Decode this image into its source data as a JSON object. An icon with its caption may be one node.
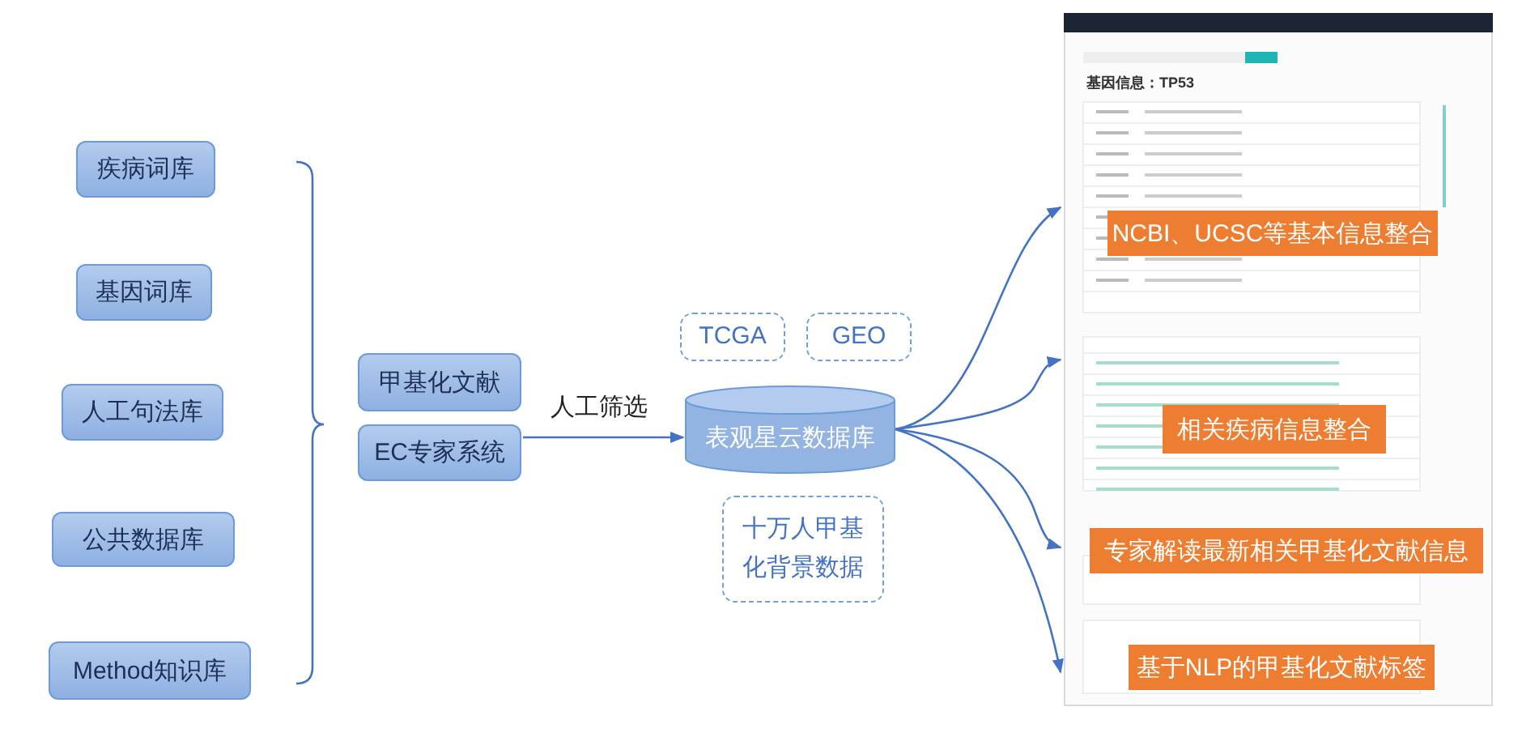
{
  "diagram": {
    "nodes": [
      {
        "text": [
          "疾病词库"
        ]
      },
      {
        "text": [
          "基因词库"
        ]
      },
      {
        "text": [
          "人工句法库"
        ]
      },
      {
        "text": [
          "公共数据库"
        ]
      },
      {
        "text": [
          "Method知识库"
        ]
      },
      {
        "text": [
          "甲基化文献"
        ]
      },
      {
        "text": [
          "EC专家系统"
        ]
      },
      {
        "text": [
          "TCGA"
        ]
      },
      {
        "text": [
          "GEO"
        ]
      },
      {
        "text": [
          "表观星云数据库"
        ]
      },
      {
        "text": [
          "十万人甲基化背景数据"
        ]
      },
      {
        "text": [],
        "shape": "picture"
      },
      {
        "text": [
          "NCBI、UCSC等基本信息整合"
        ],
        "in": 11
      },
      {
        "text": [
          "相关疾病信息整合"
        ],
        "in": 11
      },
      {
        "text": [
          "专家解读最新相关甲基化文献信息"
        ],
        "in": 11
      },
      {
        "text": [
          "基于NLP的甲基化文献标签"
        ],
        "in": 11
      }
    ],
    "edges": [
      {
        "from": 6,
        "to": 9,
        "arrow": "to",
        "label": "人工筛选"
      },
      {
        "from": 9,
        "to": 11,
        "arrow": "to"
      },
      {
        "from": 9,
        "to": 11,
        "arrow": "to"
      },
      {
        "from": 9,
        "to": 11,
        "arrow": "to"
      },
      {
        "from": 9,
        "to": 11,
        "arrow": "to"
      }
    ],
    "labels": [
      "基因信息：TP53"
    ]
  }
}
